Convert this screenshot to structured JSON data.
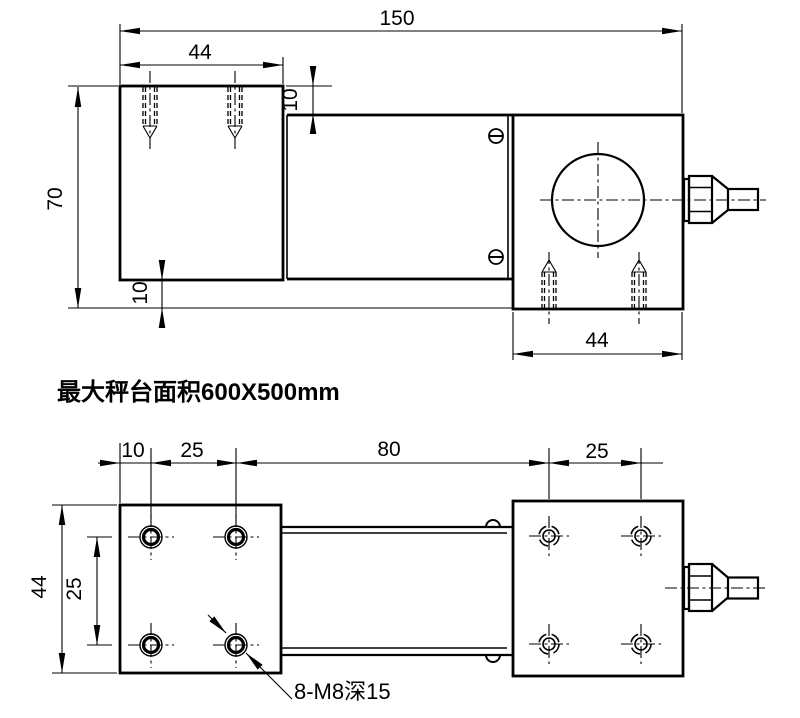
{
  "drawing": {
    "title_note": "最大秤台面积600X500mm",
    "thread_note": "8-M8深15"
  },
  "top_view": {
    "overall_length": "150",
    "left_block_width": "44",
    "overall_height": "70",
    "top_step": "10",
    "bottom_gap": "10",
    "right_block_width": "44"
  },
  "bottom_view": {
    "edge_to_first_hole": "10",
    "left_hole_pitch": "25",
    "hole_span": "80",
    "right_hole_pitch": "25",
    "block_width": "44",
    "vertical_hole_pitch": "25"
  },
  "colors": {
    "line": "#000000",
    "background": "#ffffff"
  }
}
